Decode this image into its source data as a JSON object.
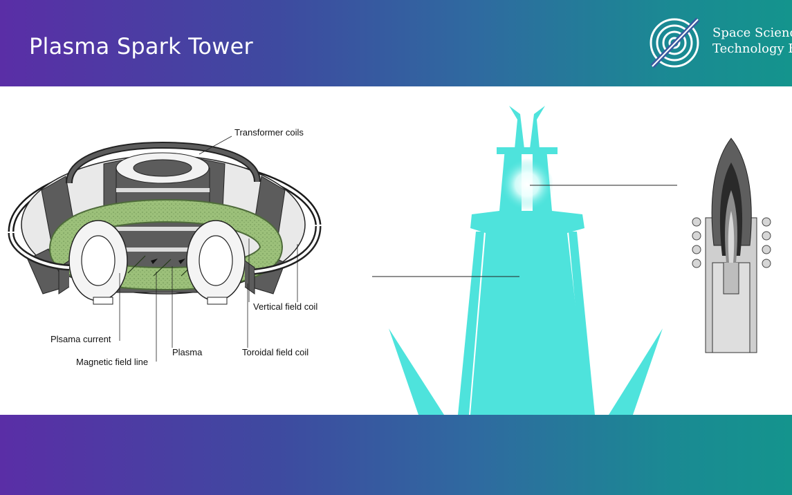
{
  "header": {
    "title": "Plasma Spark Tower",
    "logo_line1": "Space Science",
    "logo_line2": "Technology E"
  },
  "tokamak_labels": {
    "transformer_coils": "Transformer coils",
    "vertical_field_coil": "Vertical field coil",
    "plasma_current": "Plsama current",
    "plasma": "Plasma",
    "toroidal_field_coil": "Toroidal field coil",
    "magnetic_field_line": "Magnetic field line"
  },
  "colors": {
    "header_gradient_start": "#5a2ea6",
    "header_gradient_end": "#14948d",
    "tower_cyan": "#4ee3dc",
    "plasma_green": "#8fb470",
    "coil_dark": "#5c5c5c"
  }
}
